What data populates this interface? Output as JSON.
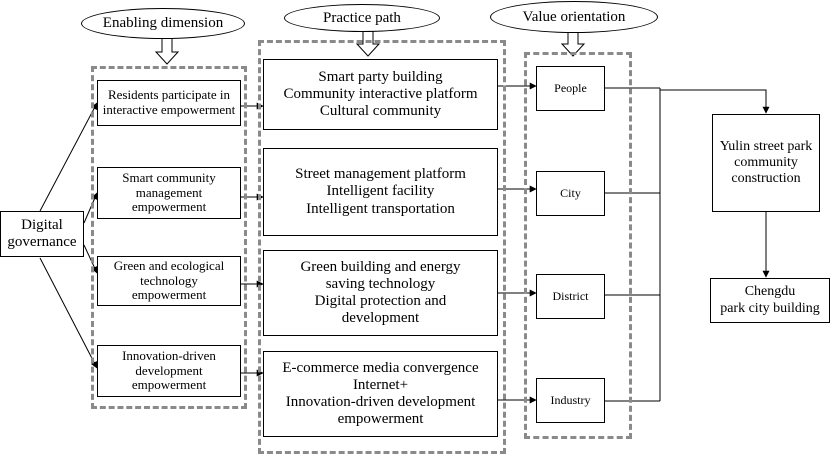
{
  "headers": {
    "enabling": "Enabling dimension",
    "practice": "Practice path",
    "value": "Value orientation"
  },
  "root": {
    "lines": [
      "Digital",
      "governance"
    ]
  },
  "enabling_items": [
    {
      "lines": [
        "Residents participate in",
        "interactive empowerment"
      ]
    },
    {
      "lines": [
        "Smart community",
        "management",
        "empowerment"
      ]
    },
    {
      "lines": [
        "Green and ecological",
        "technology",
        "empowerment"
      ]
    },
    {
      "lines": [
        "Innovation-driven",
        "development",
        "empowerment"
      ]
    }
  ],
  "practice_items": [
    {
      "lines": [
        "Smart party building",
        "Community interactive platform",
        "Cultural community"
      ]
    },
    {
      "lines": [
        "Street management platform",
        "Intelligent facility",
        "Intelligent transportation"
      ]
    },
    {
      "lines": [
        "Green building and energy",
        "saving technology",
        "Digital protection and",
        "development"
      ]
    },
    {
      "lines": [
        "E-commerce media convergence",
        "Internet+",
        "Innovation-driven development",
        "empowerment"
      ]
    }
  ],
  "value_items": [
    {
      "label": "People"
    },
    {
      "label": "City"
    },
    {
      "label": "District"
    },
    {
      "label": "Industry"
    }
  ],
  "outcomes": [
    {
      "lines": [
        "Yulin street park",
        "community",
        "construction"
      ]
    },
    {
      "lines": [
        "Chengdu",
        "park city building"
      ]
    }
  ]
}
